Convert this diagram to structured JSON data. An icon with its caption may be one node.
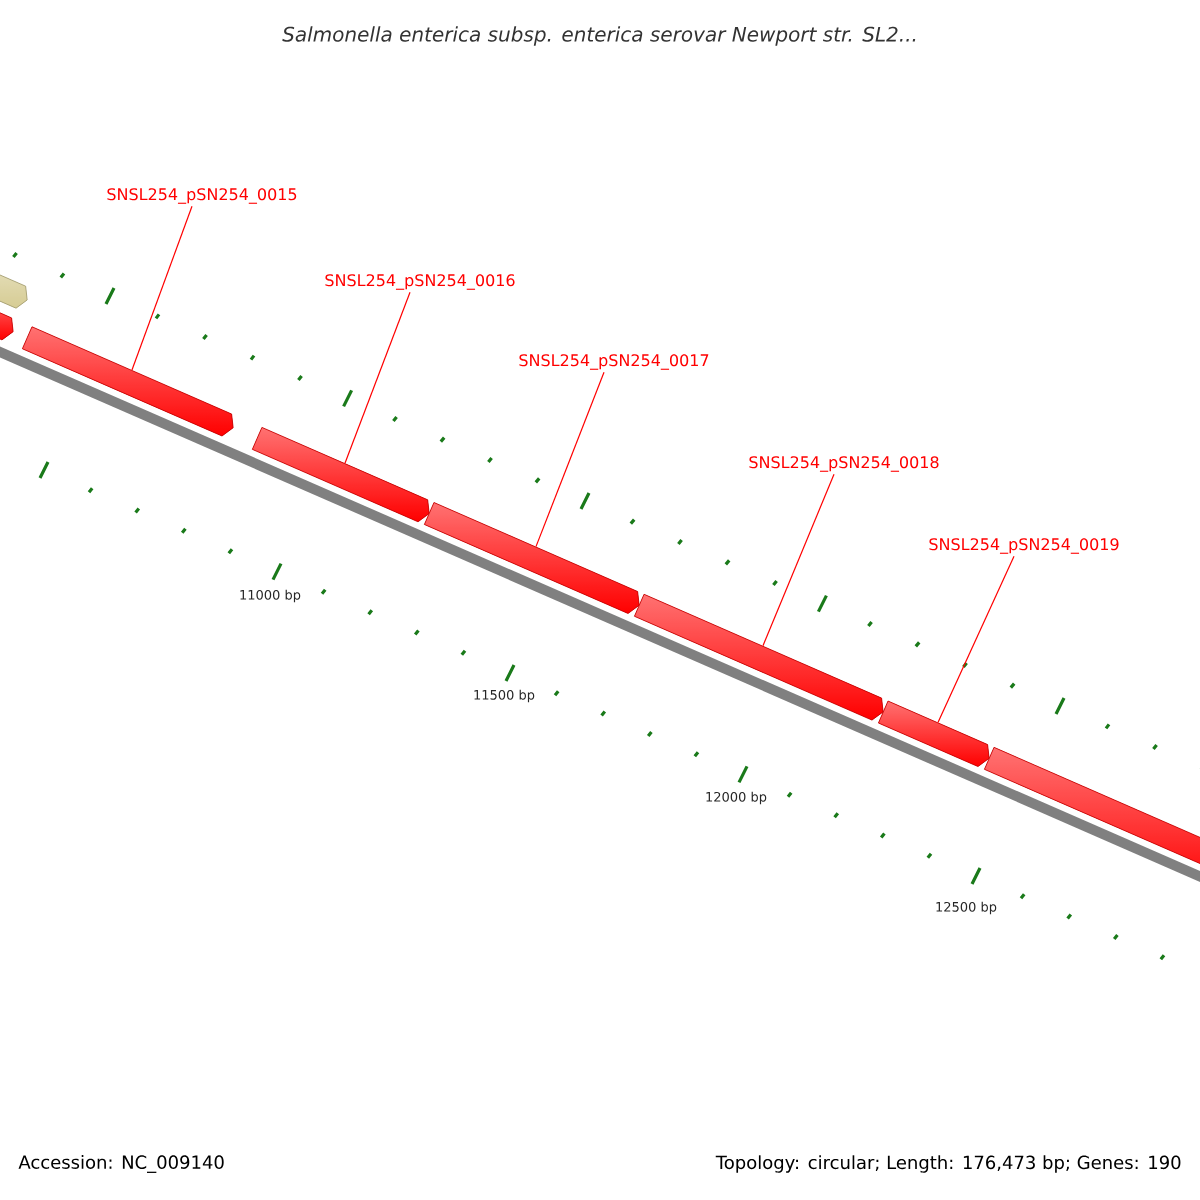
{
  "diagram": {
    "title": "Salmonella enterica subsp. enterica serovar Newport str. SL2...",
    "nodes": [
      {
        "text": [
          "SNSL254_pSN254_0015"
        ]
      },
      {
        "text": [
          "SNSL254_pSN254_0016"
        ]
      },
      {
        "text": [
          "SNSL254_pSN254_0017"
        ]
      },
      {
        "text": [
          "SNSL254_pSN254_0018"
        ]
      },
      {
        "text": [
          "SNSL254_pSN254_0019"
        ]
      },
      {
        "text": [],
        "shape": "bar"
      },
      {
        "text": [],
        "shape": "bar"
      },
      {
        "text": [],
        "shape": "bar"
      },
      {
        "text": [],
        "shape": "bar"
      },
      {
        "text": [],
        "shape": "bar"
      },
      {
        "text": [],
        "shape": "bar"
      },
      {
        "text": [],
        "shape": "bar"
      },
      {
        "text": [],
        "shape": "bar"
      }
    ],
    "edges": [
      {
        "from": 0,
        "to": 7,
        "arrow": "none"
      },
      {
        "from": 1,
        "to": 8,
        "arrow": "none"
      },
      {
        "from": 2,
        "to": 9,
        "arrow": "none"
      },
      {
        "from": 3,
        "to": 10,
        "arrow": "none"
      },
      {
        "from": 4,
        "to": 11,
        "arrow": "none"
      }
    ],
    "labels": [
      "11000 bp",
      "11500 bp",
      "12000 bp",
      "12500 bp",
      "Accession: NC_009140",
      "Topology: circular; Length: 176,473 bp; Genes: 190"
    ]
  }
}
